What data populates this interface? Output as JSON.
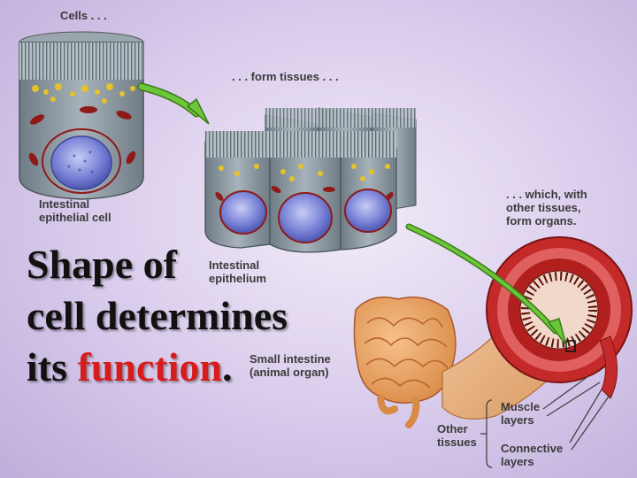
{
  "slide": {
    "labels": {
      "cells": "Cells . . .",
      "form_tissues": ". . . form tissues . . .",
      "which_with": ". . . which, with\nother tissues,\nform organs.",
      "intestinal_epithelial_cell": "Intestinal\nepithelial cell",
      "intestinal_epithelium": "Intestinal\nepithelium",
      "small_intestine": "Small intestine\n(animal organ)",
      "other_tissues": "Other\ntissues",
      "muscle_layers": "Muscle\nlayers",
      "connective_layers": "Connective\nlayers"
    },
    "headline": {
      "line1": "Shape of",
      "line2": "cell determines",
      "line3_prefix": "its ",
      "line3_highlight": "function",
      "line3_suffix": "."
    },
    "colors": {
      "highlight": "#d81b1b",
      "arrow": "#6cc63a",
      "nucleus": "#7d86d8",
      "cell_body": "#8e9aa3",
      "granules": "#e6c229",
      "mitochondria": "#8e1a1a"
    }
  }
}
